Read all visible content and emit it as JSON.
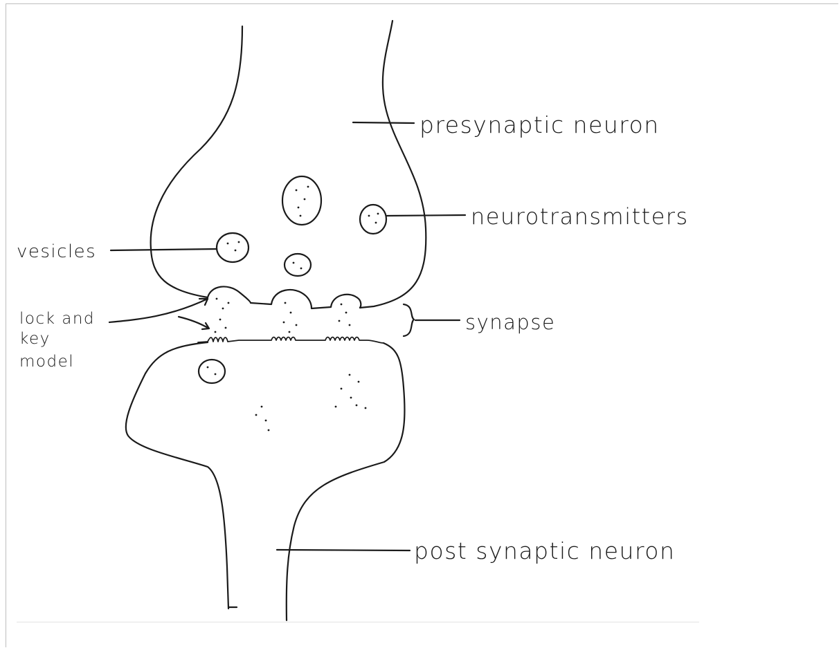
{
  "labels": {
    "presynaptic": "presynaptic neuron",
    "neurotransmitters": "neurotransmitters",
    "vesicles": "vesicles",
    "lock_line1": "lock and",
    "lock_line2": "key",
    "lock_line3": "model",
    "synapse": "synapse",
    "postsynaptic": "post synaptic neuron"
  },
  "colors": {
    "ink": "#1a1a1a",
    "paper": "#ffffff",
    "frame": "#bdbdbd"
  }
}
